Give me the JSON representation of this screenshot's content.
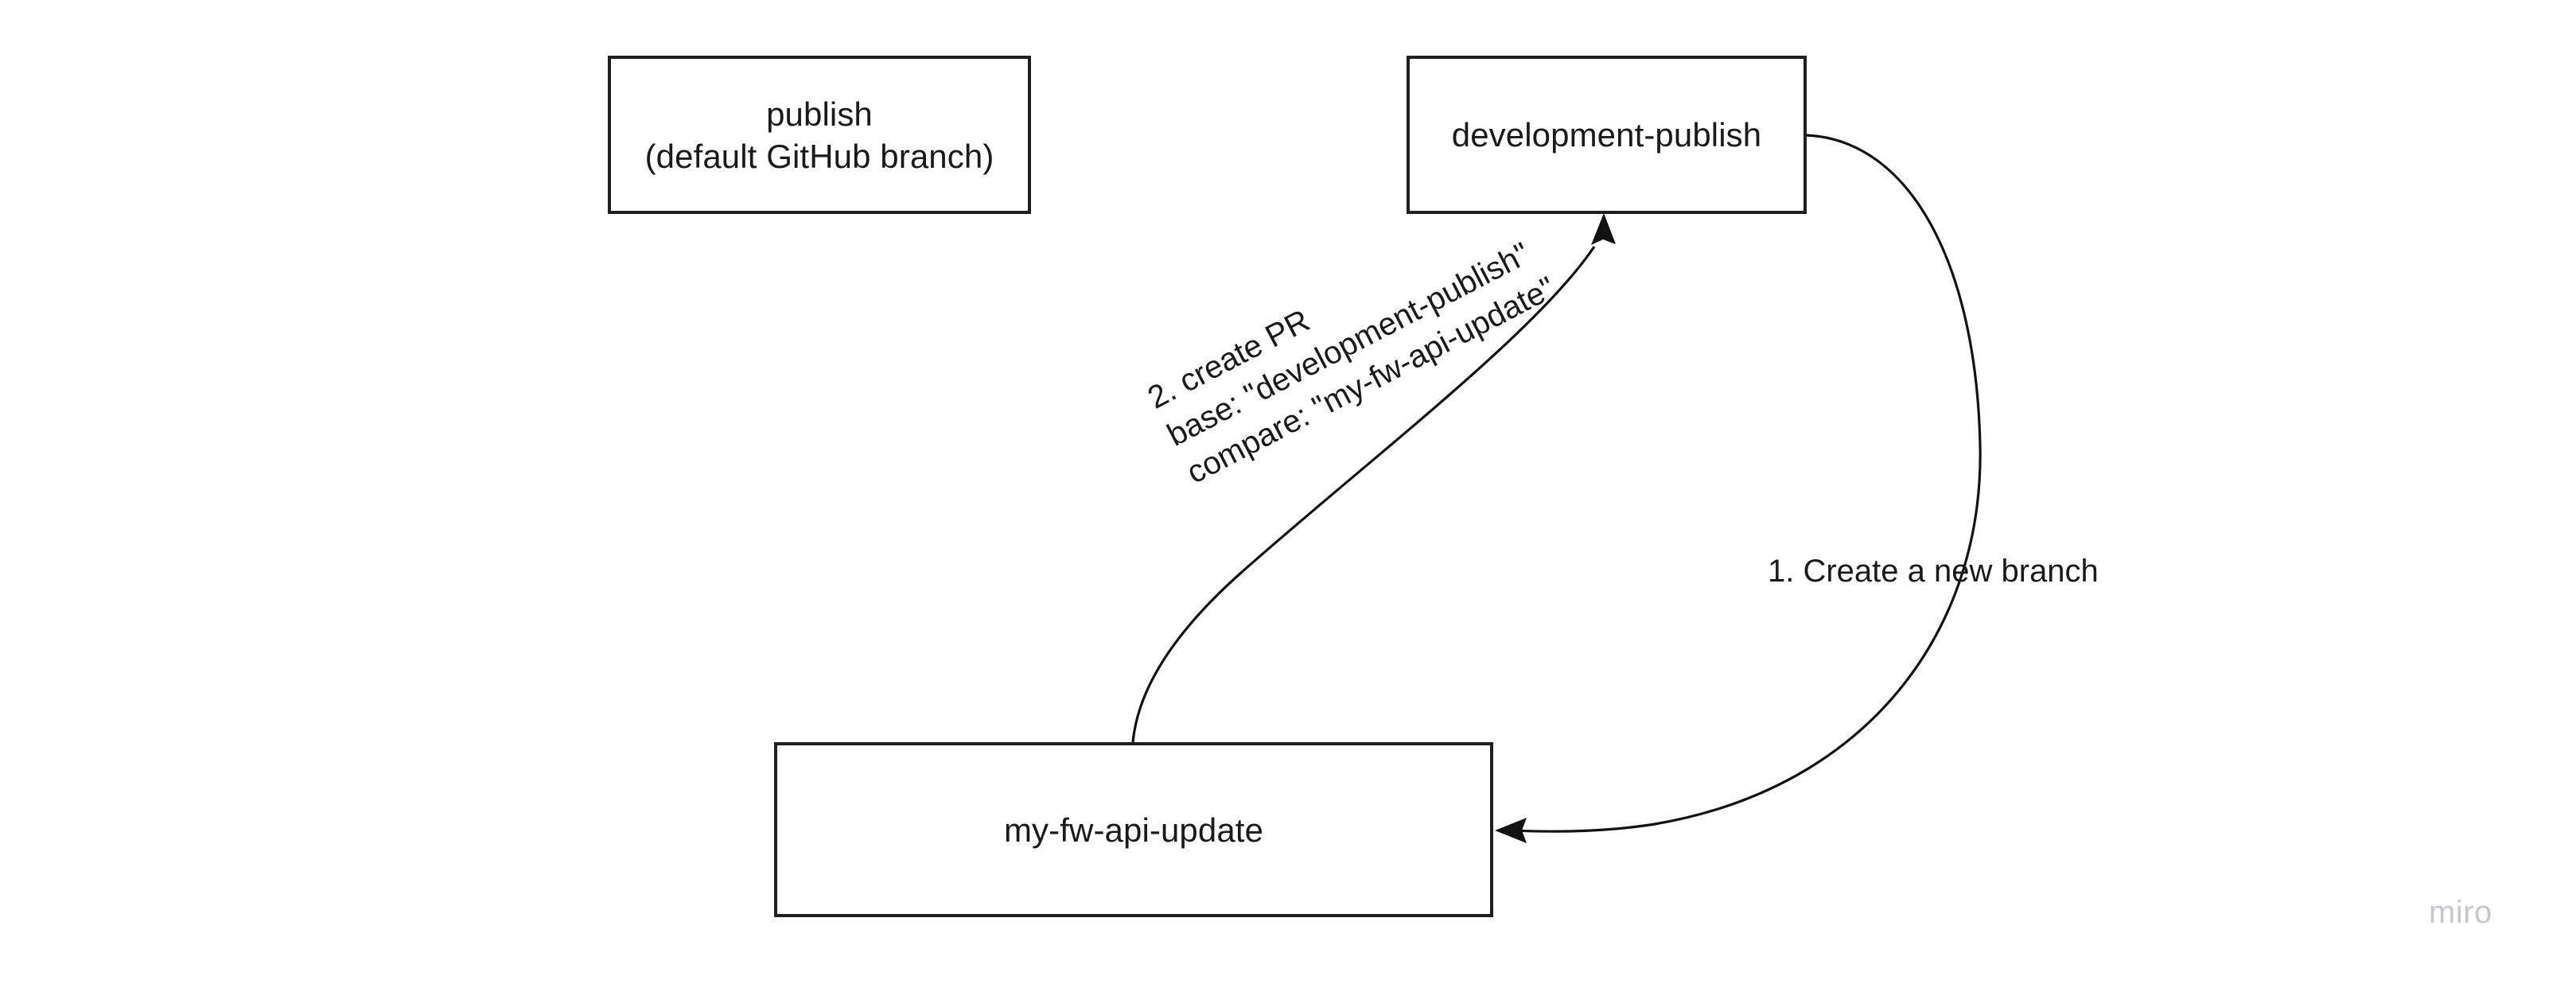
{
  "board": {
    "background_color": "#ffffff",
    "stroke_color": "#1f1f1f",
    "text_color": "#1a1a1a"
  },
  "nodes": [
    {
      "id": "publish",
      "label": "publish\n(default GitHub branch)",
      "line1": "publish",
      "line2": "(default GitHub branch)"
    },
    {
      "id": "development-publish",
      "label": "development-publish"
    },
    {
      "id": "my-fw-api-update",
      "label": "my-fw-api-update"
    }
  ],
  "edges": [
    {
      "id": "create-branch",
      "label": "1. Create a new branch",
      "from": "development-publish",
      "to": "my-fw-api-update"
    },
    {
      "id": "create-pr",
      "label": "2. create PR\nbase: \"development-publish\"\ncompare: \"my-fw-api-update\"",
      "line1": "2. create PR",
      "line2": "base: \"development-publish\"",
      "line3": "compare: \"my-fw-api-update\"",
      "from": "my-fw-api-update",
      "to": "development-publish"
    }
  ],
  "watermark": {
    "text": "miro",
    "color": "#c6c6d2"
  }
}
